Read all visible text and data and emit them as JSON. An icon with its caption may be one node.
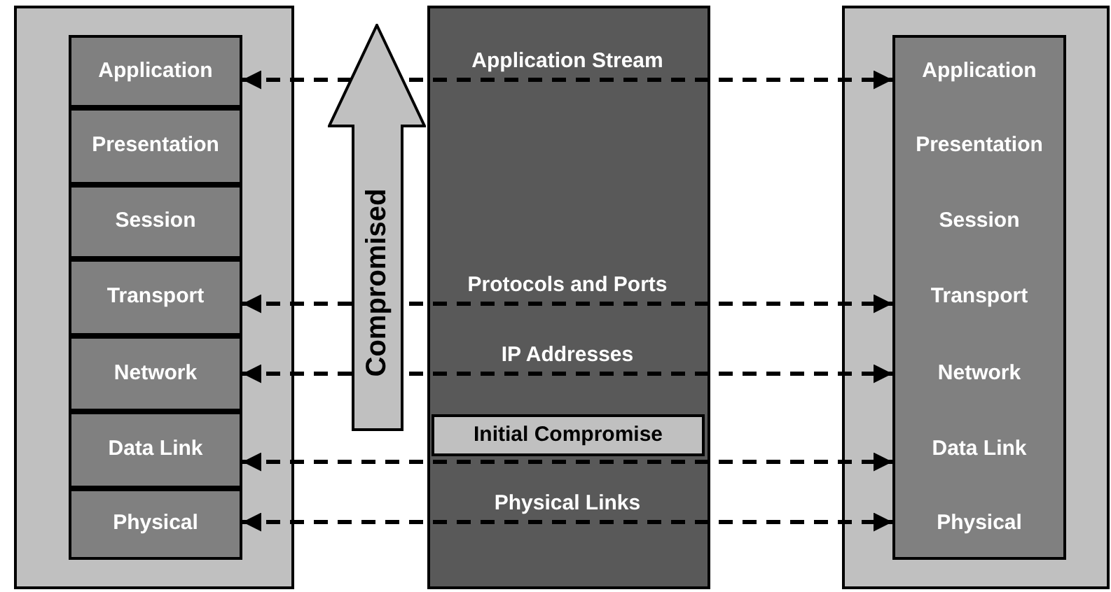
{
  "diagram": {
    "nodes": [
      {
        "text": [],
        "shape": "box"
      },
      {
        "text": [
          "Application"
        ],
        "in": 0
      },
      {
        "text": [
          "Presentation"
        ],
        "in": 0
      },
      {
        "text": [
          "Session"
        ],
        "in": 0
      },
      {
        "text": [
          "Transport"
        ],
        "in": 0
      },
      {
        "text": [
          "Network"
        ],
        "in": 0
      },
      {
        "text": [
          "Data Link"
        ],
        "in": 0
      },
      {
        "text": [
          "Physical"
        ],
        "in": 0
      },
      {
        "text": [],
        "shape": "box"
      },
      {
        "text": [
          "Initial Compromise"
        ],
        "in": 8
      },
      {
        "text": [],
        "shape": "box"
      },
      {
        "text": [],
        "shape": "box",
        "in": 10
      },
      {
        "text": [
          "Application"
        ],
        "in": 11
      },
      {
        "text": [
          "Presentation"
        ],
        "in": 11
      },
      {
        "text": [
          "Session"
        ],
        "in": 11
      },
      {
        "text": [
          "Transport"
        ],
        "in": 11
      },
      {
        "text": [
          "Network"
        ],
        "in": 11
      },
      {
        "text": [
          "Data Link"
        ],
        "in": 11
      },
      {
        "text": [
          "Physical"
        ],
        "in": 11
      }
    ],
    "edges": [
      {
        "from": 1,
        "to": 12,
        "arrow": "both",
        "style": "dashed",
        "label": "Application Stream"
      },
      {
        "from": 4,
        "to": 15,
        "arrow": "both",
        "style": "dashed",
        "label": "Protocols and Ports"
      },
      {
        "from": 5,
        "to": 16,
        "arrow": "both",
        "style": "dashed",
        "label": "IP Addresses"
      },
      {
        "from": 6,
        "to": 17,
        "arrow": "both",
        "style": "dashed"
      },
      {
        "from": 7,
        "to": 18,
        "arrow": "both",
        "style": "dashed",
        "label": "Physical Links"
      }
    ],
    "labels": [
      "Compromised"
    ]
  }
}
